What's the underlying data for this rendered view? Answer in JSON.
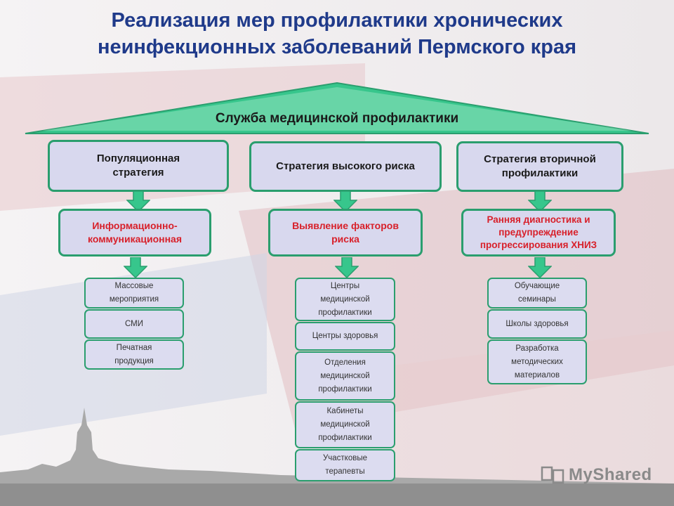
{
  "title": "Реализация мер профилактики хронических неинфекционных заболеваний Пермского края",
  "service": "Служба медицинской профилактики",
  "columns": [
    {
      "strategy": "Популяционная стратегия",
      "method": "Информационно-коммуникационная",
      "items": [
        "Массовые мероприятия",
        "СМИ",
        "Печатная продукция"
      ]
    },
    {
      "strategy": "Стратегия высокого риска",
      "method": "Выявление факторов риска",
      "items": [
        "Центры медицинской профилактики",
        "Центры здоровья",
        "Отделения медицинской профилактики",
        "Кабинеты медицинской профилактики",
        "Участковые терапевты"
      ]
    },
    {
      "strategy": "Стратегия вторичной профилактики",
      "method": "Ранняя диагностика и предупреждение прогрессирования ХНИЗ",
      "items": [
        "Обучающие семинары",
        "Школы здоровья",
        "Разработка методических материалов"
      ]
    }
  ],
  "watermark": "MyShared",
  "colors": {
    "title": "#1f3a8a",
    "roof": "#37c68c",
    "border": "#2a9e6e",
    "box": "#d8d8ee",
    "method_text": "#d8202a"
  }
}
